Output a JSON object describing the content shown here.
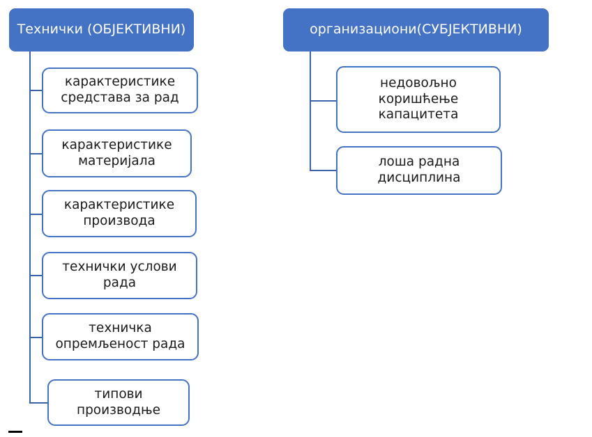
{
  "diagram": {
    "type": "hierarchy-tree",
    "title": "",
    "colors": {
      "header_fill": "#4472C4",
      "header_text": "#FFFFFF",
      "leaf_fill": "#FFFFFF",
      "leaf_border": "#4472C4",
      "leaf_text": "#1A1A1A",
      "connector": "#3A62AD",
      "background": "#FFFFFF",
      "artifact_mark": "#000000"
    },
    "branches": [
      {
        "id": "technical",
        "header": "Технички (ОБЈЕКТИВНИ)",
        "children": [
          "карактеристике\nсредстава за рад",
          "карактеристике\nматеријала",
          "карактеристике\nпроизвода",
          "технички услови\nрада",
          "техничка\nопремљеност рада",
          "типови\nпроизводње"
        ]
      },
      {
        "id": "organizational",
        "header": "организациони(СУБЈЕКТИВНИ)",
        "children": [
          "недовољно\nкоришћење\nкапацитета",
          "лоша радна\nдисциплина"
        ]
      }
    ]
  }
}
